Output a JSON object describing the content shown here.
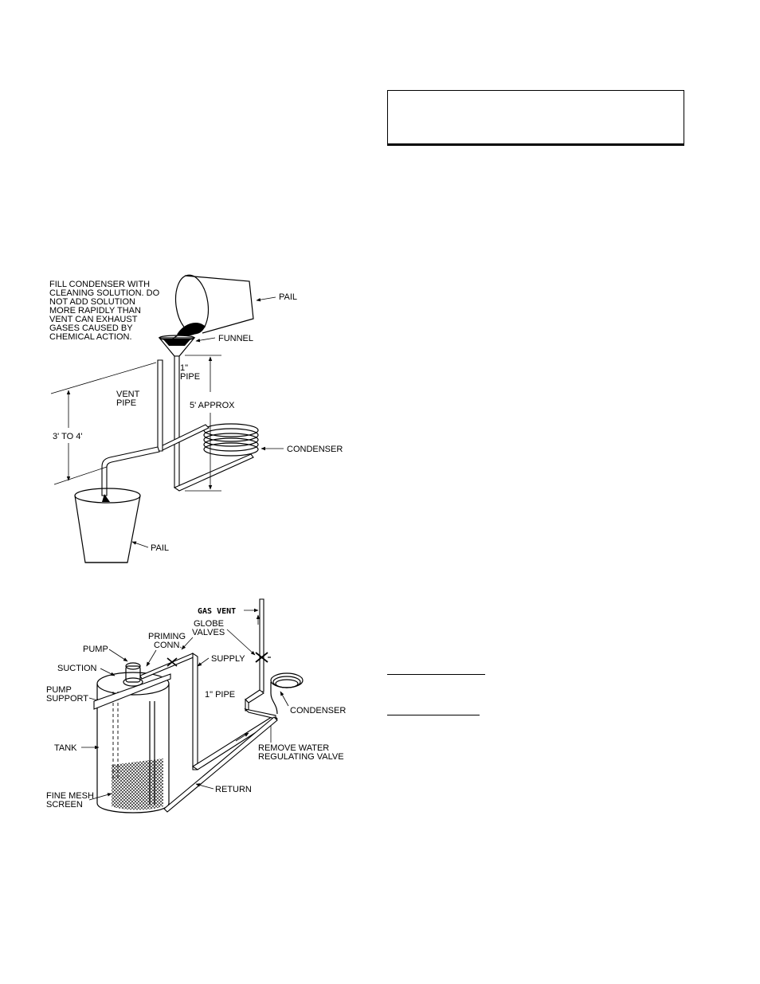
{
  "figure1": {
    "note_lines": [
      "FILL CONDENSER WITH",
      "CLEANING SOLUTION. DO",
      "NOT ADD SOLUTION",
      "MORE RAPIDLY THAN",
      "VENT CAN EXHAUST",
      "GASES CAUSED BY",
      "CHEMICAL ACTION."
    ],
    "pail_top": "PAIL",
    "funnel": "FUNNEL",
    "pipe_line1": "1\"",
    "pipe_line2": "PIPE",
    "vent_line1": "VENT",
    "vent_line2": "PIPE",
    "height_5ft": "5' APPROX",
    "height_3to4": "3' TO 4'",
    "condenser": "CONDENSER",
    "pail_bottom": "PAIL"
  },
  "figure2": {
    "gas_vent": "GAS VENT",
    "globe_line1": "GLOBE",
    "globe_line2": "VALVES",
    "priming_line1": "PRIMING",
    "priming_line2": "CONN.",
    "pump": "PUMP",
    "supply": "SUPPLY",
    "suction": "SUCTION",
    "pump_support_line1": "PUMP",
    "pump_support_line2": "SUPPORT",
    "pipe_1in": "1\" PIPE",
    "condenser": "CONDENSER",
    "tank": "TANK",
    "remove_line1": "REMOVE WATER",
    "remove_line2": "REGULATING VALVE",
    "return": "RETURN",
    "screen_line1": "FINE MESH",
    "screen_line2": "SCREEN"
  }
}
